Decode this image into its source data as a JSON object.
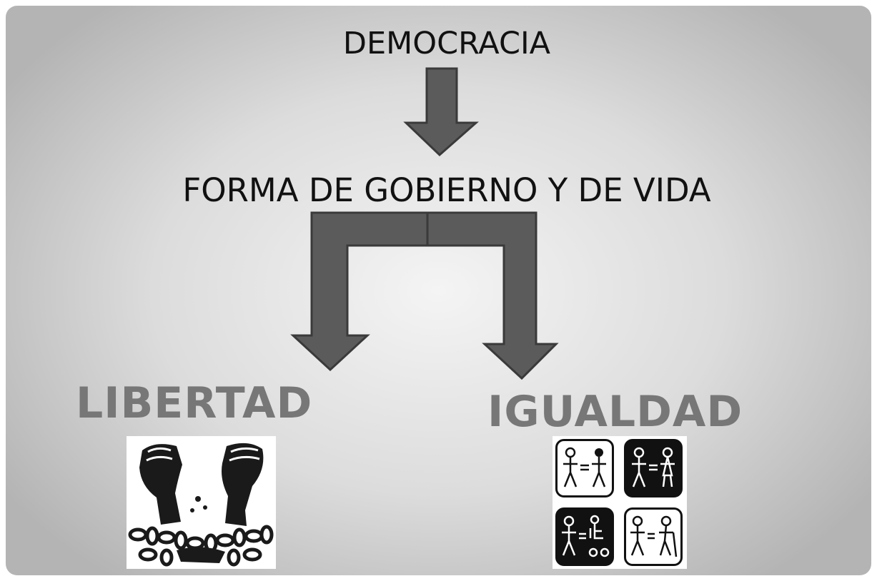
{
  "top_label": "DEMOCRACIA",
  "middle_label": "FORMA DE GOBIERNO Y DE VIDA",
  "left_label": "LIBERTAD",
  "right_label": "IGUALDAD",
  "left_image": "broken-chains-fists-icon",
  "right_image": "equality-pictograms-icon"
}
